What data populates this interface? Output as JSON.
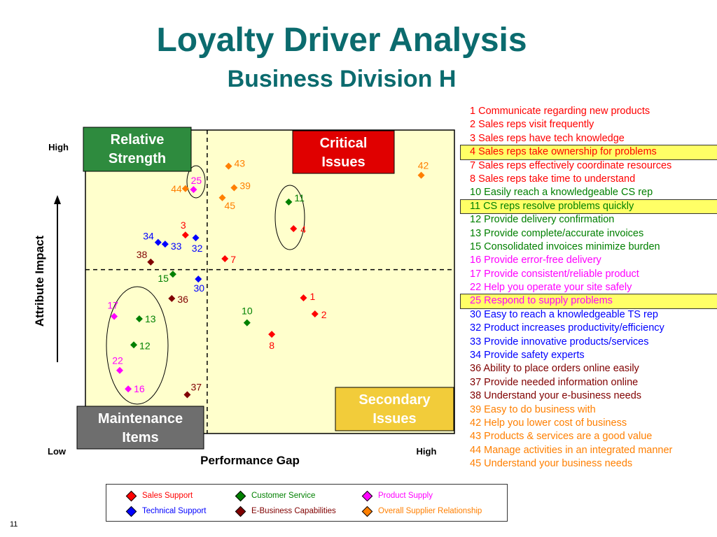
{
  "title": "Loyalty Driver Analysis",
  "subtitle": "Business Division H",
  "page_number": "11",
  "colors": {
    "sales_support": "#ff0000",
    "customer_service": "#008000",
    "product_supply": "#ff00ff",
    "technical_support": "#0000ff",
    "ebusiness": "#800000",
    "overall": "#ff7f00",
    "title": "#0b6b6e",
    "plot_bg": "#ffffcc",
    "highlight": "#ffff66"
  },
  "legend_list": [
    {
      "text": "1  Communicate regarding new products",
      "group": "sales_support",
      "highlight": false
    },
    {
      "text": "2  Sales reps visit frequently",
      "group": "sales_support",
      "highlight": false
    },
    {
      "text": "3  Sales reps have tech knowledge",
      "group": "sales_support",
      "highlight": false
    },
    {
      "text": "4  Sales reps take ownership for problems",
      "group": "sales_support",
      "highlight": true
    },
    {
      "text": "7  Sales reps effectively coordinate resources",
      "group": "sales_support",
      "highlight": false
    },
    {
      "text": "8  Sales reps take time to understand",
      "group": "sales_support",
      "highlight": false
    },
    {
      "text": "10  Easily reach a knowledgeable CS rep",
      "group": "customer_service",
      "highlight": false
    },
    {
      "text": "11  CS reps resolve problems quickly",
      "group": "customer_service",
      "highlight": true
    },
    {
      "text": "12  Provide delivery confirmation",
      "group": "customer_service",
      "highlight": false
    },
    {
      "text": "13  Provide complete/accurate invoices",
      "group": "customer_service",
      "highlight": false
    },
    {
      "text": "15  Consolidated invoices minimize burden",
      "group": "customer_service",
      "highlight": false
    },
    {
      "text": "16  Provide error-free delivery",
      "group": "product_supply",
      "highlight": false
    },
    {
      "text": "17  Provide consistent/reliable product",
      "group": "product_supply",
      "highlight": false
    },
    {
      "text": "22  Help you operate your site safely",
      "group": "product_supply",
      "highlight": false
    },
    {
      "text": "25  Respond to supply problems",
      "group": "product_supply",
      "highlight": true
    },
    {
      "text": "30  Easy to reach a knowledgeable TS rep",
      "group": "technical_support",
      "highlight": false
    },
    {
      "text": "32  Product increases productivity/efficiency",
      "group": "technical_support",
      "highlight": false
    },
    {
      "text": "33  Provide innovative products/services",
      "group": "technical_support",
      "highlight": false
    },
    {
      "text": "34  Provide safety experts",
      "group": "technical_support",
      "highlight": false
    },
    {
      "text": "36  Ability to place orders online easily",
      "group": "ebusiness",
      "highlight": false
    },
    {
      "text": "37  Provide needed information online",
      "group": "ebusiness",
      "highlight": false
    },
    {
      "text": "38  Understand your e-business needs",
      "group": "ebusiness",
      "highlight": false
    },
    {
      "text": "39  Easy to do business with",
      "group": "overall",
      "highlight": false
    },
    {
      "text": "42  Help you lower cost of business",
      "group": "overall",
      "highlight": false
    },
    {
      "text": "43  Products & services are a good value",
      "group": "overall",
      "highlight": false
    },
    {
      "text": "44  Manage activities in an integrated manner",
      "group": "overall",
      "highlight": false
    },
    {
      "text": "45  Understand your business needs",
      "group": "overall",
      "highlight": false
    }
  ],
  "legend_box": [
    {
      "label": "Sales Support",
      "group": "sales_support"
    },
    {
      "label": "Customer Service",
      "group": "customer_service"
    },
    {
      "label": "Product Supply",
      "group": "product_supply"
    },
    {
      "label": "Technical Support",
      "group": "technical_support"
    },
    {
      "label": "E-Business Capabilities",
      "group": "ebusiness"
    },
    {
      "label": "Overall Supplier Relationship",
      "group": "overall"
    }
  ],
  "chart_data": {
    "type": "scatter",
    "xlabel": "Performance Gap",
    "ylabel": "Attribute Impact",
    "x_tick_labels": {
      "low": "Low",
      "high": "High"
    },
    "y_tick_labels": {
      "high": "High"
    },
    "xlim": [
      0,
      100
    ],
    "ylim": [
      0,
      100
    ],
    "quadrant_split": {
      "x": 33,
      "y": 54
    },
    "grid": false,
    "quadrants": [
      {
        "label": "Relative Strength",
        "position": "top-left",
        "fill": "#2e8b3e",
        "text_color": "#ffffff"
      },
      {
        "label": "Critical Issues",
        "position": "top-right",
        "fill": "#e00000",
        "text_color": "#ffffff"
      },
      {
        "label": "Maintenance Items",
        "position": "bottom-left",
        "fill": "#6e6e6e",
        "text_color": "#ffffff"
      },
      {
        "label": "Secondary Issues",
        "position": "bottom-right",
        "fill": "#f2cc3a",
        "text_color": "#ffffff"
      }
    ],
    "points": [
      {
        "id": "1",
        "group": "sales_support",
        "x": 59.1,
        "y": 44.7
      },
      {
        "id": "2",
        "group": "sales_support",
        "x": 62.2,
        "y": 39.4
      },
      {
        "id": "3",
        "group": "sales_support",
        "x": 27.1,
        "y": 65.4
      },
      {
        "id": "4",
        "group": "sales_support",
        "x": 56.4,
        "y": 67.5
      },
      {
        "id": "7",
        "group": "sales_support",
        "x": 37.8,
        "y": 57.6
      },
      {
        "id": "8",
        "group": "sales_support",
        "x": 50.5,
        "y": 32.7
      },
      {
        "id": "10",
        "group": "customer_service",
        "x": 43.8,
        "y": 36.5
      },
      {
        "id": "11",
        "group": "customer_service",
        "x": 55.1,
        "y": 76.3
      },
      {
        "id": "12",
        "group": "customer_service",
        "x": 13.1,
        "y": 29.2
      },
      {
        "id": "13",
        "group": "customer_service",
        "x": 14.6,
        "y": 37.8
      },
      {
        "id": "15",
        "group": "customer_service",
        "x": 23.7,
        "y": 52.5
      },
      {
        "id": "16",
        "group": "product_supply",
        "x": 11.6,
        "y": 14.7
      },
      {
        "id": "17",
        "group": "product_supply",
        "x": 7.8,
        "y": 38.6
      },
      {
        "id": "22",
        "group": "product_supply",
        "x": 9.3,
        "y": 20.8
      },
      {
        "id": "25",
        "group": "product_supply",
        "x": 29.3,
        "y": 80.4
      },
      {
        "id": "30",
        "group": "technical_support",
        "x": 30.6,
        "y": 50.9
      },
      {
        "id": "32",
        "group": "technical_support",
        "x": 29.9,
        "y": 64.5
      },
      {
        "id": "33",
        "group": "technical_support",
        "x": 21.6,
        "y": 62.4
      },
      {
        "id": "34",
        "group": "technical_support",
        "x": 19.7,
        "y": 63.0
      },
      {
        "id": "36",
        "group": "ebusiness",
        "x": 23.4,
        "y": 44.5
      },
      {
        "id": "37",
        "group": "ebusiness",
        "x": 27.6,
        "y": 12.8
      },
      {
        "id": "38",
        "group": "ebusiness",
        "x": 17.7,
        "y": 56.5
      },
      {
        "id": "39",
        "group": "overall",
        "x": 40.3,
        "y": 81.0
      },
      {
        "id": "42",
        "group": "overall",
        "x": 91.0,
        "y": 85.1
      },
      {
        "id": "43",
        "group": "overall",
        "x": 38.8,
        "y": 88.1
      },
      {
        "id": "44",
        "group": "overall",
        "x": 27.1,
        "y": 80.7
      },
      {
        "id": "45",
        "group": "overall",
        "x": 37.1,
        "y": 77.7
      }
    ]
  }
}
